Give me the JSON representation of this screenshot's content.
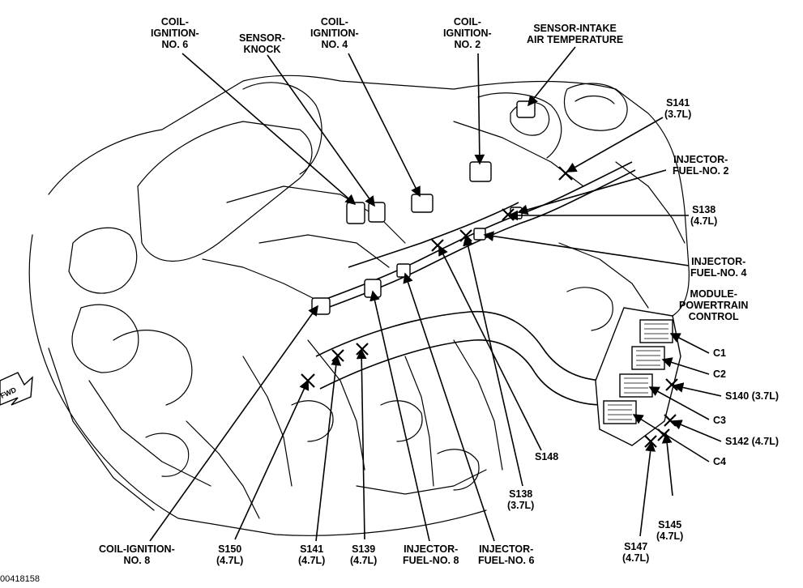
{
  "figure_id": "00418158",
  "labels": {
    "coil6": [
      "COIL-",
      "IGNITION-",
      "NO. 6"
    ],
    "knock": [
      "SENSOR-",
      "KNOCK"
    ],
    "coil4": [
      "COIL-",
      "IGNITION-",
      "NO. 4"
    ],
    "coil2": [
      "COIL-",
      "IGNITION-",
      "NO. 2"
    ],
    "iat": [
      "SENSOR-INTAKE",
      "AIR TEMPERATURE"
    ],
    "s141_37": [
      "S141",
      "(3.7L)"
    ],
    "inj2": [
      "INJECTOR-",
      "FUEL-NO. 2"
    ],
    "s138_47": [
      "S138",
      "(4.7L)"
    ],
    "inj4": [
      "INJECTOR-",
      "FUEL-NO. 4"
    ],
    "pcm": [
      "MODULE-",
      "POWERTRAIN",
      "CONTROL"
    ],
    "c1": "C1",
    "c2": "C2",
    "s140": "S140 (3.7L)",
    "c3": "C3",
    "s142": "S142 (4.7L)",
    "c4": "C4",
    "s148": "S148",
    "s138_37": [
      "S138",
      "(3.7L)"
    ],
    "s145": [
      "S145",
      "(4.7L)"
    ],
    "s147": [
      "S147",
      "(4.7L)"
    ],
    "inj6": [
      "INJECTOR-",
      "FUEL-NO. 6"
    ],
    "inj8": [
      "INJECTOR-",
      "FUEL-NO. 8"
    ],
    "s139": [
      "S139",
      "(4.7L)"
    ],
    "s141_47": [
      "S141",
      "(4.7L)"
    ],
    "s150": [
      "S150",
      "(4.7L)"
    ],
    "coil8": [
      "COIL-IGNITION-",
      "NO. 8"
    ]
  },
  "arrow_symbol": "FWD"
}
